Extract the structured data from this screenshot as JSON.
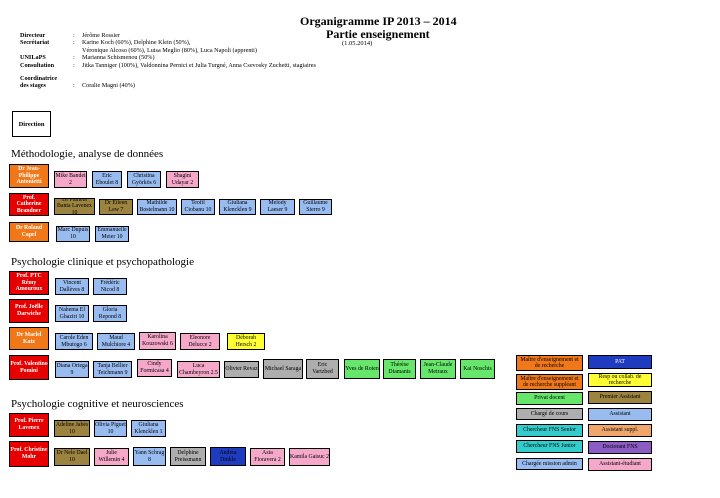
{
  "header": {
    "title": "Organigramme IP   2013 – 2014",
    "subtitle": "Partie enseignement",
    "date": "(1.05.2014)"
  },
  "info_rows": [
    {
      "label": "Directeur",
      "sep": ":",
      "value": "Jérôme Rossier"
    },
    {
      "label": "Secrétariat",
      "sep": ":",
      "value": "Karine Koch (60%), Delphine Klein (50%),"
    },
    {
      "label": "",
      "sep": "",
      "value": "Véronique Alcoso (60%), Luisa Meglio (80%),  Luca Napoli (apprenti)"
    },
    {
      "label": "UNILaPS",
      "sep": ":",
      "value": "Marianna Schismenou (50%)"
    },
    {
      "label": "Consultation",
      "sep": ":",
      "value": "Jitka Tanniger (100%), Valdonnina Pernici et Julia Turgné, Anna Csevosky Zuchetti, stagiaires"
    },
    {
      "label": "Coordinatrice",
      "sep": "",
      "value": ""
    },
    {
      "label": "des stages",
      "sep": ":",
      "value": "Coralie Magni (40%)"
    }
  ],
  "direction_label": "Direction",
  "sections": {
    "s1": "Méthodologie, analyse de données",
    "s2": "Psychologie clinique et psychopathologie",
    "s3": "Psychologie cognitive et neurosciences"
  },
  "people": {
    "dr_jp": "Dr Jean-Philippe Antonietti",
    "mike": "Mike Bandet 2",
    "eric_e": "Eric Eboulet 8",
    "christina": "Christina Györkös 6",
    "shagini": "Shagini Udayar 2",
    "prof_cb": "Prof. Catherine Brandner",
    "pamela": "Dr Paméla Banta Lavenex 10",
    "eileen": "Dr Eileen Lew 7",
    "mathilde": "Mathilde Bostelmann 10",
    "teofil": "Teofil Ciobanu 10",
    "giuliana1": "Giuliana Klencklen 9",
    "melody": "Melody Laeser 9",
    "guillaume": "Guillaume Sierro 9",
    "dr_rc": "Dr Roland Capel",
    "marc": "Marc Dupuis 10",
    "emmanuelle": "Emmanuelle Meier 10",
    "prof_ptc": "Prof. PTC Rémy Amouroux",
    "vincent": "Vincent Dallèves 8",
    "frederic": "Frédéric Nicod 8",
    "prof_jd": "Prof. Joëlle Darwiche",
    "nahema": "Nahema El Ghaziri 10",
    "gloria": "Gloria Repond 8",
    "dr_mk": "Dr Marlel Katz",
    "carole": "Carole Eden Mbutogo 6",
    "maud": "Maud Mulchiore 4",
    "karolina": "Karolina Kouzowski 6",
    "eleonore": "Eleonore Delucce 2",
    "deborah": "Déborah Hersch 2",
    "prof_vp": "Prof. Valentino Pomini",
    "diana": "Diana Ortega 9",
    "tanja": "Tanja Bellier Teichmann 9",
    "cindy": "Cindy Formicasa 4",
    "luca": "Luca Chambeyron 2.5",
    "olivier": "Olivier Revaz",
    "michael": "Michael Saraga",
    "eric_v": "Eric Vartzbed",
    "yves": "Yves de Roten",
    "thevoz": "Thérèse Diamants",
    "jeanclaude": "Jean-Claude Metraux",
    "kai": "Kai Noschis",
    "prof_pl": "Prof. Pierre Lavenex",
    "adeline": "Adeline Jabès 10",
    "olivia": "Olivia Piguet 10",
    "giuliana2": "Giuliana Klencklen 1",
    "prof_cm": "Prof. Christine Mohr",
    "nele": "Dr Nele Dael 10",
    "julie": "Julie Willemin 4",
    "yann": "Yann Schrag 8",
    "delphine": "Delphine Preissmann",
    "andrea": "Andrea Dinkle",
    "asia": "Asia Fioravera 2",
    "kamila": "Kamila Gaisuc 2"
  },
  "legend": {
    "maitre1": "Maître d'enseignement et de recherche",
    "maitre2": "Maître d'enseignement et de recherche suppléant",
    "privat": "Privat docent",
    "charge": "Chargé de cours",
    "chsenior": "Chercheur FNS Senior",
    "chjunior": "Chercheur FNS Junior",
    "mission": "Chargée mission admin",
    "pat": "PAT",
    "resp": "Resp ou collab. de recherche",
    "pa": "Premier Assistant",
    "assistant": "Assistant",
    "suppl": "Assistant suppl.",
    "doctorant": "Doctorant FNS",
    "etudiant": "Assistant-étudiant"
  },
  "colors": {
    "head": "#e60000",
    "head_orange": "#f07818",
    "blue": "#98bbf0",
    "pink": "#f5a8c9",
    "olive": "#9c8340",
    "yellow": "#ffff33",
    "grey": "#aeaeae",
    "green": "#66e66a",
    "navy": "#1f3cc0",
    "cyan": "#33cccc",
    "purple": "#8b5cc4",
    "tan": "#f0a66a",
    "peach": "#f5c09a"
  }
}
